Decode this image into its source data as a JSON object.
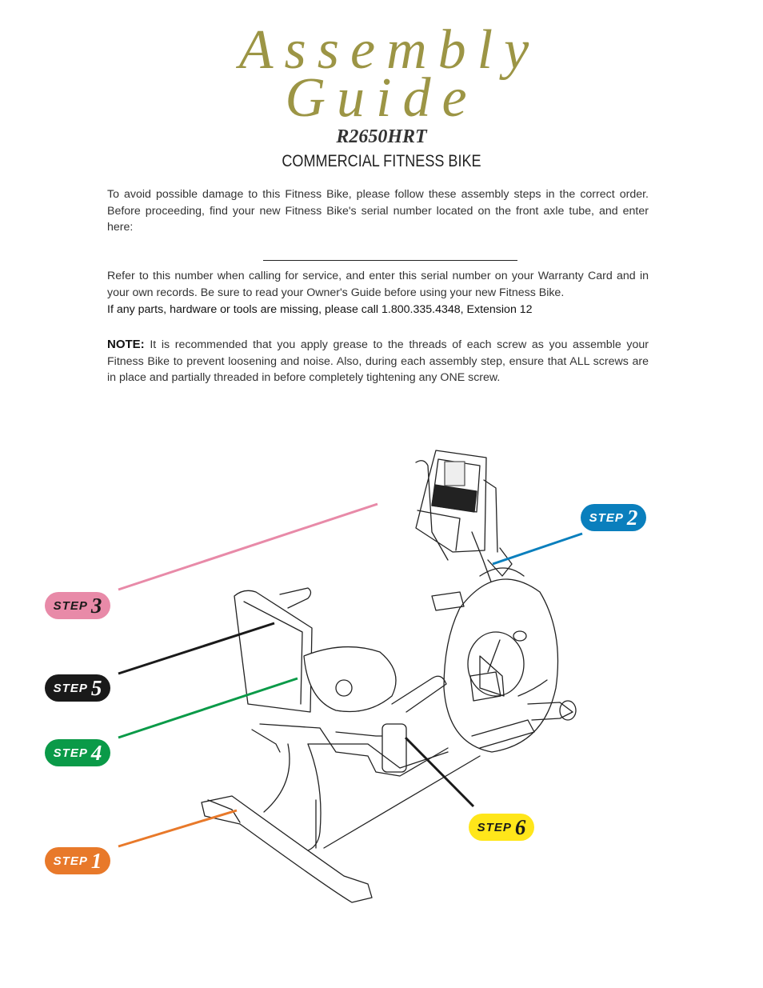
{
  "header": {
    "title_line1": "Assembly",
    "title_line2": "Guide",
    "model": "R2650HRT",
    "subtitle": "COMMERCIAL FITNESS BIKE"
  },
  "body": {
    "intro": "To avoid possible damage to this Fitness Bike, please follow these assembly steps in the correct order. Before proceeding, find your new Fitness Bike's serial number located on the front axle tube, and enter here:",
    "refer": "Refer to this number when calling for service, and enter this serial number on your Warranty Card and in your own records. Be sure to read your Owner's Guide before using your new Fitness Bike.",
    "missing_parts": "If any parts, hardware or tools are missing, please call 1.800.335.4348, Extension 12",
    "note_label": "NOTE:",
    "note_text": " It is recommended that you apply grease to the threads of each screw as you assemble your Fitness Bike to prevent loosening and noise. Also, during each assembly step, ensure that ALL screws are in place and partially threaded in before completely tightening any ONE screw."
  },
  "steps": [
    {
      "label": "STEP",
      "number": "2",
      "color": "#0a7fbd",
      "text_color": "#ffffff"
    },
    {
      "label": "STEP",
      "number": "3",
      "color": "#e88aa8",
      "text_color": "#1a1a1a"
    },
    {
      "label": "STEP",
      "number": "5",
      "color": "#1a1a1a",
      "text_color": "#ffffff"
    },
    {
      "label": "STEP",
      "number": "4",
      "color": "#0a9a48",
      "text_color": "#ffffff"
    },
    {
      "label": "STEP",
      "number": "6",
      "color": "#ffe61a",
      "text_color": "#1a1a1a"
    },
    {
      "label": "STEP",
      "number": "1",
      "color": "#e8792a",
      "text_color": "#ffffff"
    }
  ],
  "colors": {
    "title": "#9c9545"
  }
}
